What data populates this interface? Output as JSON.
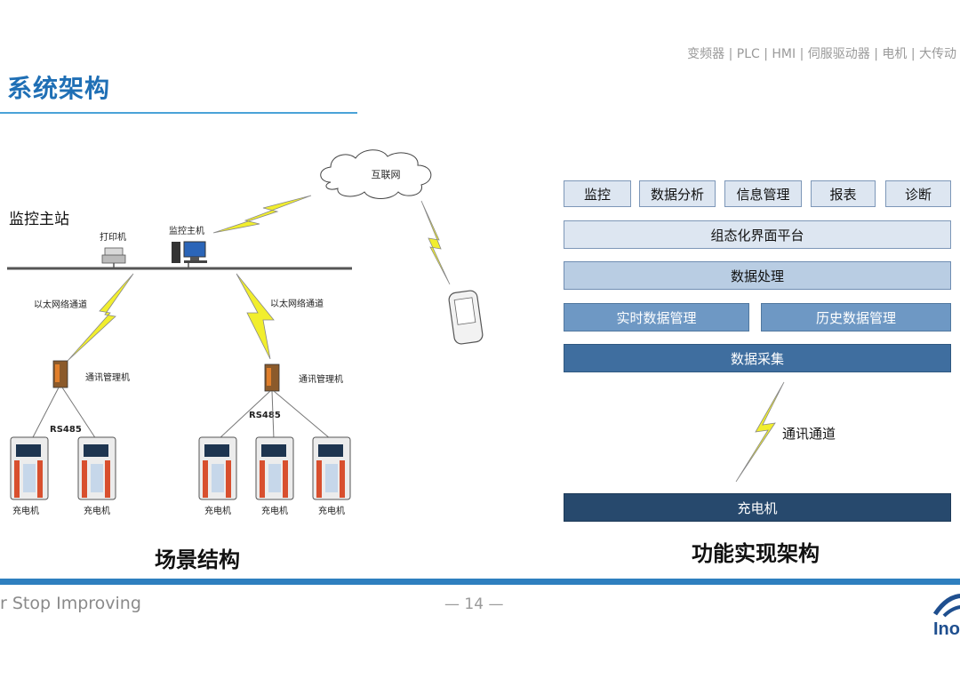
{
  "header": {
    "topnav": "变频器 | PLC | HMI | 伺服驱动器 | 电机 | 大传动",
    "title": "系统架构"
  },
  "scene": {
    "station_label": "监控主站",
    "internet": "互联网",
    "printer": "打印机",
    "monitor_host": "监控主机",
    "ethernet_left": "以太网络通道",
    "ethernet_right": "以太网络通道",
    "comm_manager_left": "通讯管理机",
    "comm_manager_right": "通讯管理机",
    "rs485_left": "RS485",
    "rs485_right": "RS485",
    "chargers": [
      "充电机",
      "充电机",
      "充电机",
      "充电机",
      "充电机"
    ],
    "caption": "场景结构"
  },
  "architecture": {
    "top_row": [
      "监控",
      "数据分析",
      "信息管理",
      "报表",
      "诊断"
    ],
    "platform": "组态化界面平台",
    "processing": "数据处理",
    "realtime": "实时数据管理",
    "history": "历史数据管理",
    "collection": "数据采集",
    "channel": "通讯通道",
    "charger": "充电机",
    "caption": "功能实现架构"
  },
  "footer": {
    "slogan": "r Stop Improving",
    "page": "— 14 —",
    "logo_text": "Inov"
  }
}
